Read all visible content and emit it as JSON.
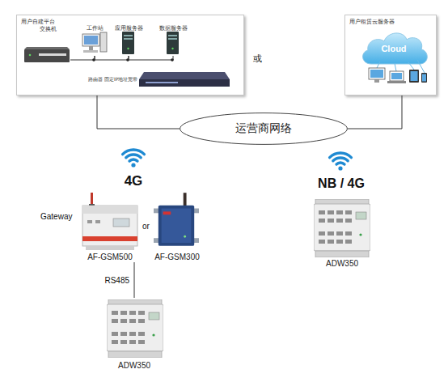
{
  "diagram": {
    "nodes": [
      {
        "text": [
          "用户自建平台"
        ]
      },
      {
        "text": [
          "交换机"
        ],
        "in": 0
      },
      {
        "text": [
          "工作站"
        ],
        "in": 0
      },
      {
        "text": [
          "应用服务器"
        ],
        "in": 0
      },
      {
        "text": [
          "数据服务器"
        ],
        "in": 0
      },
      {
        "text": [
          "路由器 固定IP地址宽带"
        ],
        "in": 0
      },
      {
        "text": [
          "用户租赁云服务器"
        ]
      },
      {
        "text": [
          "Cloud"
        ],
        "in": 6
      },
      {
        "text": [
          "运营商网络"
        ]
      },
      {
        "text": [
          "AF-GSM500"
        ]
      },
      {
        "text": [
          "AF-GSM300"
        ]
      },
      {
        "text": [
          "ADW350"
        ]
      },
      {
        "text": [
          "ADW350"
        ]
      }
    ],
    "edges": [
      {
        "from": 1,
        "to": 2,
        "arrow": "none"
      },
      {
        "from": 2,
        "to": 3,
        "arrow": "none"
      },
      {
        "from": 3,
        "to": 4,
        "arrow": "none"
      },
      {
        "from": 0,
        "to": 8,
        "arrow": "none"
      },
      {
        "from": 6,
        "to": 8,
        "arrow": "none"
      },
      {
        "from": 9,
        "to": 12,
        "label": "RS485",
        "arrow": "none"
      }
    ],
    "labels": [
      "或",
      "4G",
      "NB / 4G",
      "Gateway",
      "or"
    ]
  }
}
